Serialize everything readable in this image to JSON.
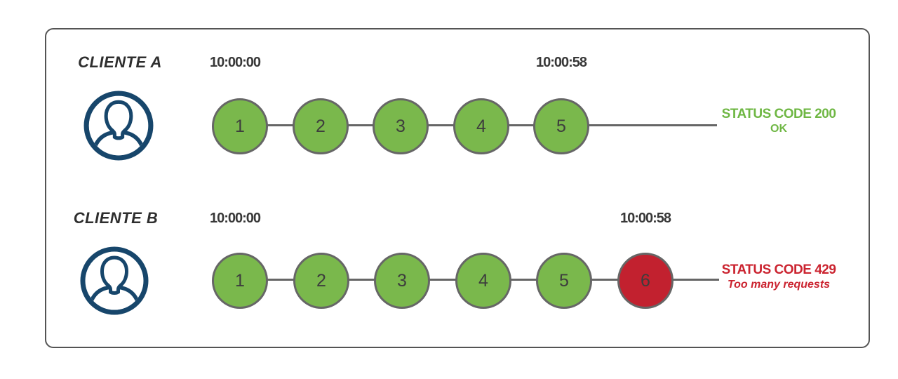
{
  "diagram_title": "rate-limiting-clients",
  "colors": {
    "request_ok_fill": "#7ab84c",
    "request_blocked_fill": "#c2212f",
    "node_border": "#666666",
    "wire": "#666666",
    "avatar_navy": "#17466b",
    "timestamp_text": "#383838",
    "status_success_text": "#6fb744",
    "status_error_text": "#cb2430",
    "frame_border": "#545454"
  },
  "rows": [
    {
      "client": "CLIENTE A",
      "start_time": "10:00:00",
      "end_time": "10:00:58",
      "requests": [
        {
          "label": "1",
          "state": "ok"
        },
        {
          "label": "2",
          "state": "ok"
        },
        {
          "label": "3",
          "state": "ok"
        },
        {
          "label": "4",
          "state": "ok"
        },
        {
          "label": "5",
          "state": "ok"
        }
      ],
      "status": {
        "line1": "STATUS CODE 200",
        "line2": "OK",
        "state": "success"
      }
    },
    {
      "client": "CLIENTE B",
      "start_time": "10:00:00",
      "end_time": "10:00:58",
      "requests": [
        {
          "label": "1",
          "state": "ok"
        },
        {
          "label": "2",
          "state": "ok"
        },
        {
          "label": "3",
          "state": "ok"
        },
        {
          "label": "4",
          "state": "ok"
        },
        {
          "label": "5",
          "state": "ok"
        },
        {
          "label": "6",
          "state": "blocked"
        }
      ],
      "status": {
        "line1": "STATUS CODE 429",
        "line2": "Too many requests",
        "state": "error"
      }
    }
  ]
}
